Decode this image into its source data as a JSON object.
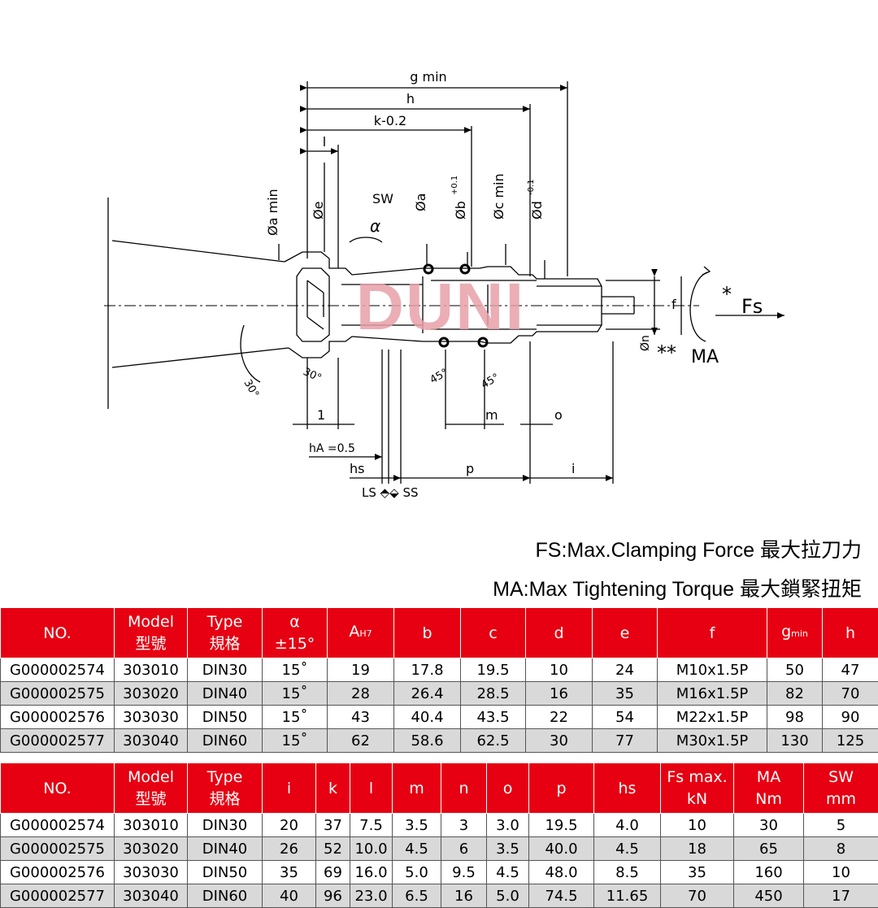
{
  "drawing": {
    "dims": {
      "g_min": "g min",
      "h": "h",
      "k": "k-0.2",
      "l": "l",
      "a_min": "Øa min",
      "e": "Øe",
      "sw": "SW",
      "alpha": "α",
      "a": "Øa",
      "b": "Øb",
      "b_tol": "+0.1",
      "c_min": "Øc min",
      "d": "Ød",
      "d_tol": "-0.1",
      "fs": "Fs",
      "ma": "MA",
      "star1": "*",
      "star2": "**",
      "f": "f",
      "n": "Øn",
      "deg30a": "30°",
      "deg30b": "30°",
      "deg45a": "45°",
      "deg45b": "45°",
      "one": "1",
      "m": "m",
      "o": "o",
      "ha": "hA =0.5",
      "hs": "hs",
      "p": "p",
      "i": "i",
      "lsss": "LS ⬘⬙ SS"
    },
    "watermark": "DUNI",
    "colors": {
      "line": "#000000",
      "watermark": "#e8a0a8"
    }
  },
  "captions": {
    "fs": "FS:Max.Clamping Force 最大拉刀力",
    "ma": "MA:Max Tightening Torque 最大鎖緊扭矩"
  },
  "colors": {
    "header_bg": "#e60012",
    "alt_row": "#d9d9d9"
  },
  "table1": {
    "headers": {
      "no": "NO.",
      "model": "Model",
      "model_cn": "型號",
      "type": "Type",
      "type_cn": "規格",
      "alpha": "α",
      "alpha_tol": "±15°",
      "a": "A",
      "a_sub": "H7",
      "b": "b",
      "c": "c",
      "d": "d",
      "e": "e",
      "f": "f",
      "g": "g",
      "g_sub": "min",
      "h": "h"
    },
    "rows": [
      [
        "G000002574",
        "303010",
        "DIN30",
        "15˚",
        "19",
        "17.8",
        "19.5",
        "10",
        "24",
        "M10x1.5P",
        "50",
        "47"
      ],
      [
        "G000002575",
        "303020",
        "DIN40",
        "15˚",
        "28",
        "26.4",
        "28.5",
        "16",
        "35",
        "M16x1.5P",
        "82",
        "70"
      ],
      [
        "G000002576",
        "303030",
        "DIN50",
        "15˚",
        "43",
        "40.4",
        "43.5",
        "22",
        "54",
        "M22x1.5P",
        "98",
        "90"
      ],
      [
        "G000002577",
        "303040",
        "DIN60",
        "15˚",
        "62",
        "58.6",
        "62.5",
        "30",
        "77",
        "M30x1.5P",
        "130",
        "125"
      ]
    ]
  },
  "table2": {
    "headers": {
      "no": "NO.",
      "model": "Model",
      "model_cn": "型號",
      "type": "Type",
      "type_cn": "規格",
      "i": "i",
      "k": "k",
      "l": "l",
      "m": "m",
      "n": "n",
      "o": "o",
      "p": "p",
      "hs": "hs",
      "fs": "Fs max.",
      "fs_unit": "kN",
      "ma": "MA",
      "ma_unit": "Nm",
      "sw": "SW",
      "sw_unit": "mm"
    },
    "rows": [
      [
        "G000002574",
        "303010",
        "DIN30",
        "20",
        "37",
        "7.5",
        "3.5",
        "3",
        "3.0",
        "19.5",
        "4.0",
        "10",
        "30",
        "5"
      ],
      [
        "G000002575",
        "303020",
        "DIN40",
        "26",
        "52",
        "10.0",
        "4.5",
        "6",
        "3.5",
        "40.0",
        "4.5",
        "18",
        "65",
        "8"
      ],
      [
        "G000002576",
        "303030",
        "DIN50",
        "35",
        "69",
        "16.0",
        "5.0",
        "9.5",
        "4.5",
        "48.0",
        "8.5",
        "35",
        "160",
        "10"
      ],
      [
        "G000002577",
        "303040",
        "DIN60",
        "40",
        "96",
        "23.0",
        "6.5",
        "16",
        "5.0",
        "74.5",
        "11.65",
        "70",
        "450",
        "17"
      ]
    ]
  }
}
